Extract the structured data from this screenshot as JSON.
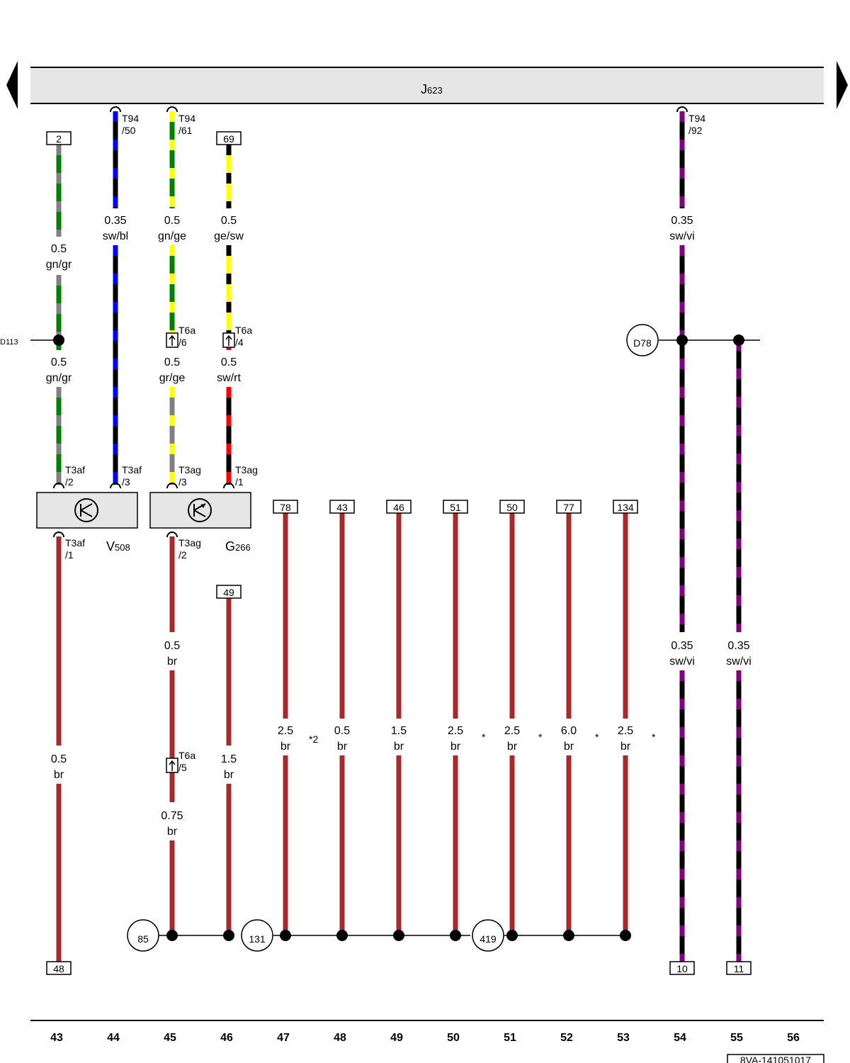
{
  "colors": {
    "sw": "#000000",
    "bl": "#0000ff",
    "gn": "#008000",
    "ge": "#ffff00",
    "gr": "#808080",
    "vi": "#800080",
    "rt": "#ff0000",
    "br": "#a52a2a",
    "box_fill": "#e6e6e6"
  },
  "control_unit": {
    "name": "J",
    "sub": "623"
  },
  "components": [
    {
      "id": "V508",
      "name": "V",
      "sub": "508",
      "icon": "motor-icon"
    },
    {
      "id": "G266",
      "name": "G",
      "sub": "266",
      "icon": "sensor-icon"
    }
  ],
  "track_numbers": [
    "43",
    "44",
    "45",
    "46",
    "47",
    "48",
    "49",
    "50",
    "51",
    "52",
    "53",
    "54",
    "55",
    "56"
  ],
  "pins": {
    "t94_50": [
      "T94",
      "/50"
    ],
    "t94_61": [
      "T94",
      "/61"
    ],
    "t94_92": [
      "T94",
      "/92"
    ],
    "t3af_2": [
      "T3af",
      "/2"
    ],
    "t3af_3": [
      "T3af",
      "/3"
    ],
    "t3af_1": [
      "T3af",
      "/1"
    ],
    "t3ag_3": [
      "T3ag",
      "/3"
    ],
    "t3ag_1": [
      "T3ag",
      "/1"
    ],
    "t3ag_2": [
      "T3ag",
      "/2"
    ],
    "t6a_6": [
      "T6a",
      "/6"
    ],
    "t6a_4": [
      "T6a",
      "/4"
    ],
    "t6a_5": [
      "T6a",
      "/5"
    ]
  },
  "wire_labels": {
    "w43a": [
      "0.5",
      "gn/gr"
    ],
    "w43b": [
      "0.5",
      "gn/gr"
    ],
    "w43c": [
      "0.5",
      "br"
    ],
    "w44": [
      "0.35",
      "sw/bl"
    ],
    "w45a": [
      "0.5",
      "gn/ge"
    ],
    "w45b": [
      "0.5",
      "gr/ge"
    ],
    "w45c": [
      "0.5",
      "br"
    ],
    "w45d": [
      "0.75",
      "br"
    ],
    "w46a": [
      "0.5",
      "ge/sw"
    ],
    "w46b": [
      "0.5",
      "sw/rt"
    ],
    "w46c": [
      "1.5",
      "br"
    ],
    "w47": [
      "2.5",
      "br"
    ],
    "w48": [
      "0.5",
      "br"
    ],
    "w49": [
      "1.5",
      "br"
    ],
    "w50": [
      "2.5",
      "br"
    ],
    "w51": [
      "2.5",
      "br"
    ],
    "w52": [
      "6.0",
      "br"
    ],
    "w53": [
      "2.5",
      "br"
    ],
    "w54a": [
      "0.35",
      "sw/vi"
    ],
    "w54b": [
      "0.35",
      "sw/vi"
    ],
    "w55": [
      "0.35",
      "sw/vi"
    ]
  },
  "boxes": {
    "b43top": "2",
    "b46top": "69",
    "b43bot": "48",
    "b46mid": "49",
    "b47": "78",
    "b48": "43",
    "b49": "46",
    "b50": "51",
    "b51": "50",
    "b52": "77",
    "b53": "134",
    "b54bot": "10",
    "b55bot": "11"
  },
  "circles": {
    "c85": "85",
    "c131": "131",
    "c419": "419",
    "d78": "D78"
  },
  "notes": {
    "d113": "D113",
    "n47": "*2",
    "n50": "*",
    "n51": "*",
    "n52": "*",
    "n53": "*",
    "ref": "8VA-141051017"
  }
}
